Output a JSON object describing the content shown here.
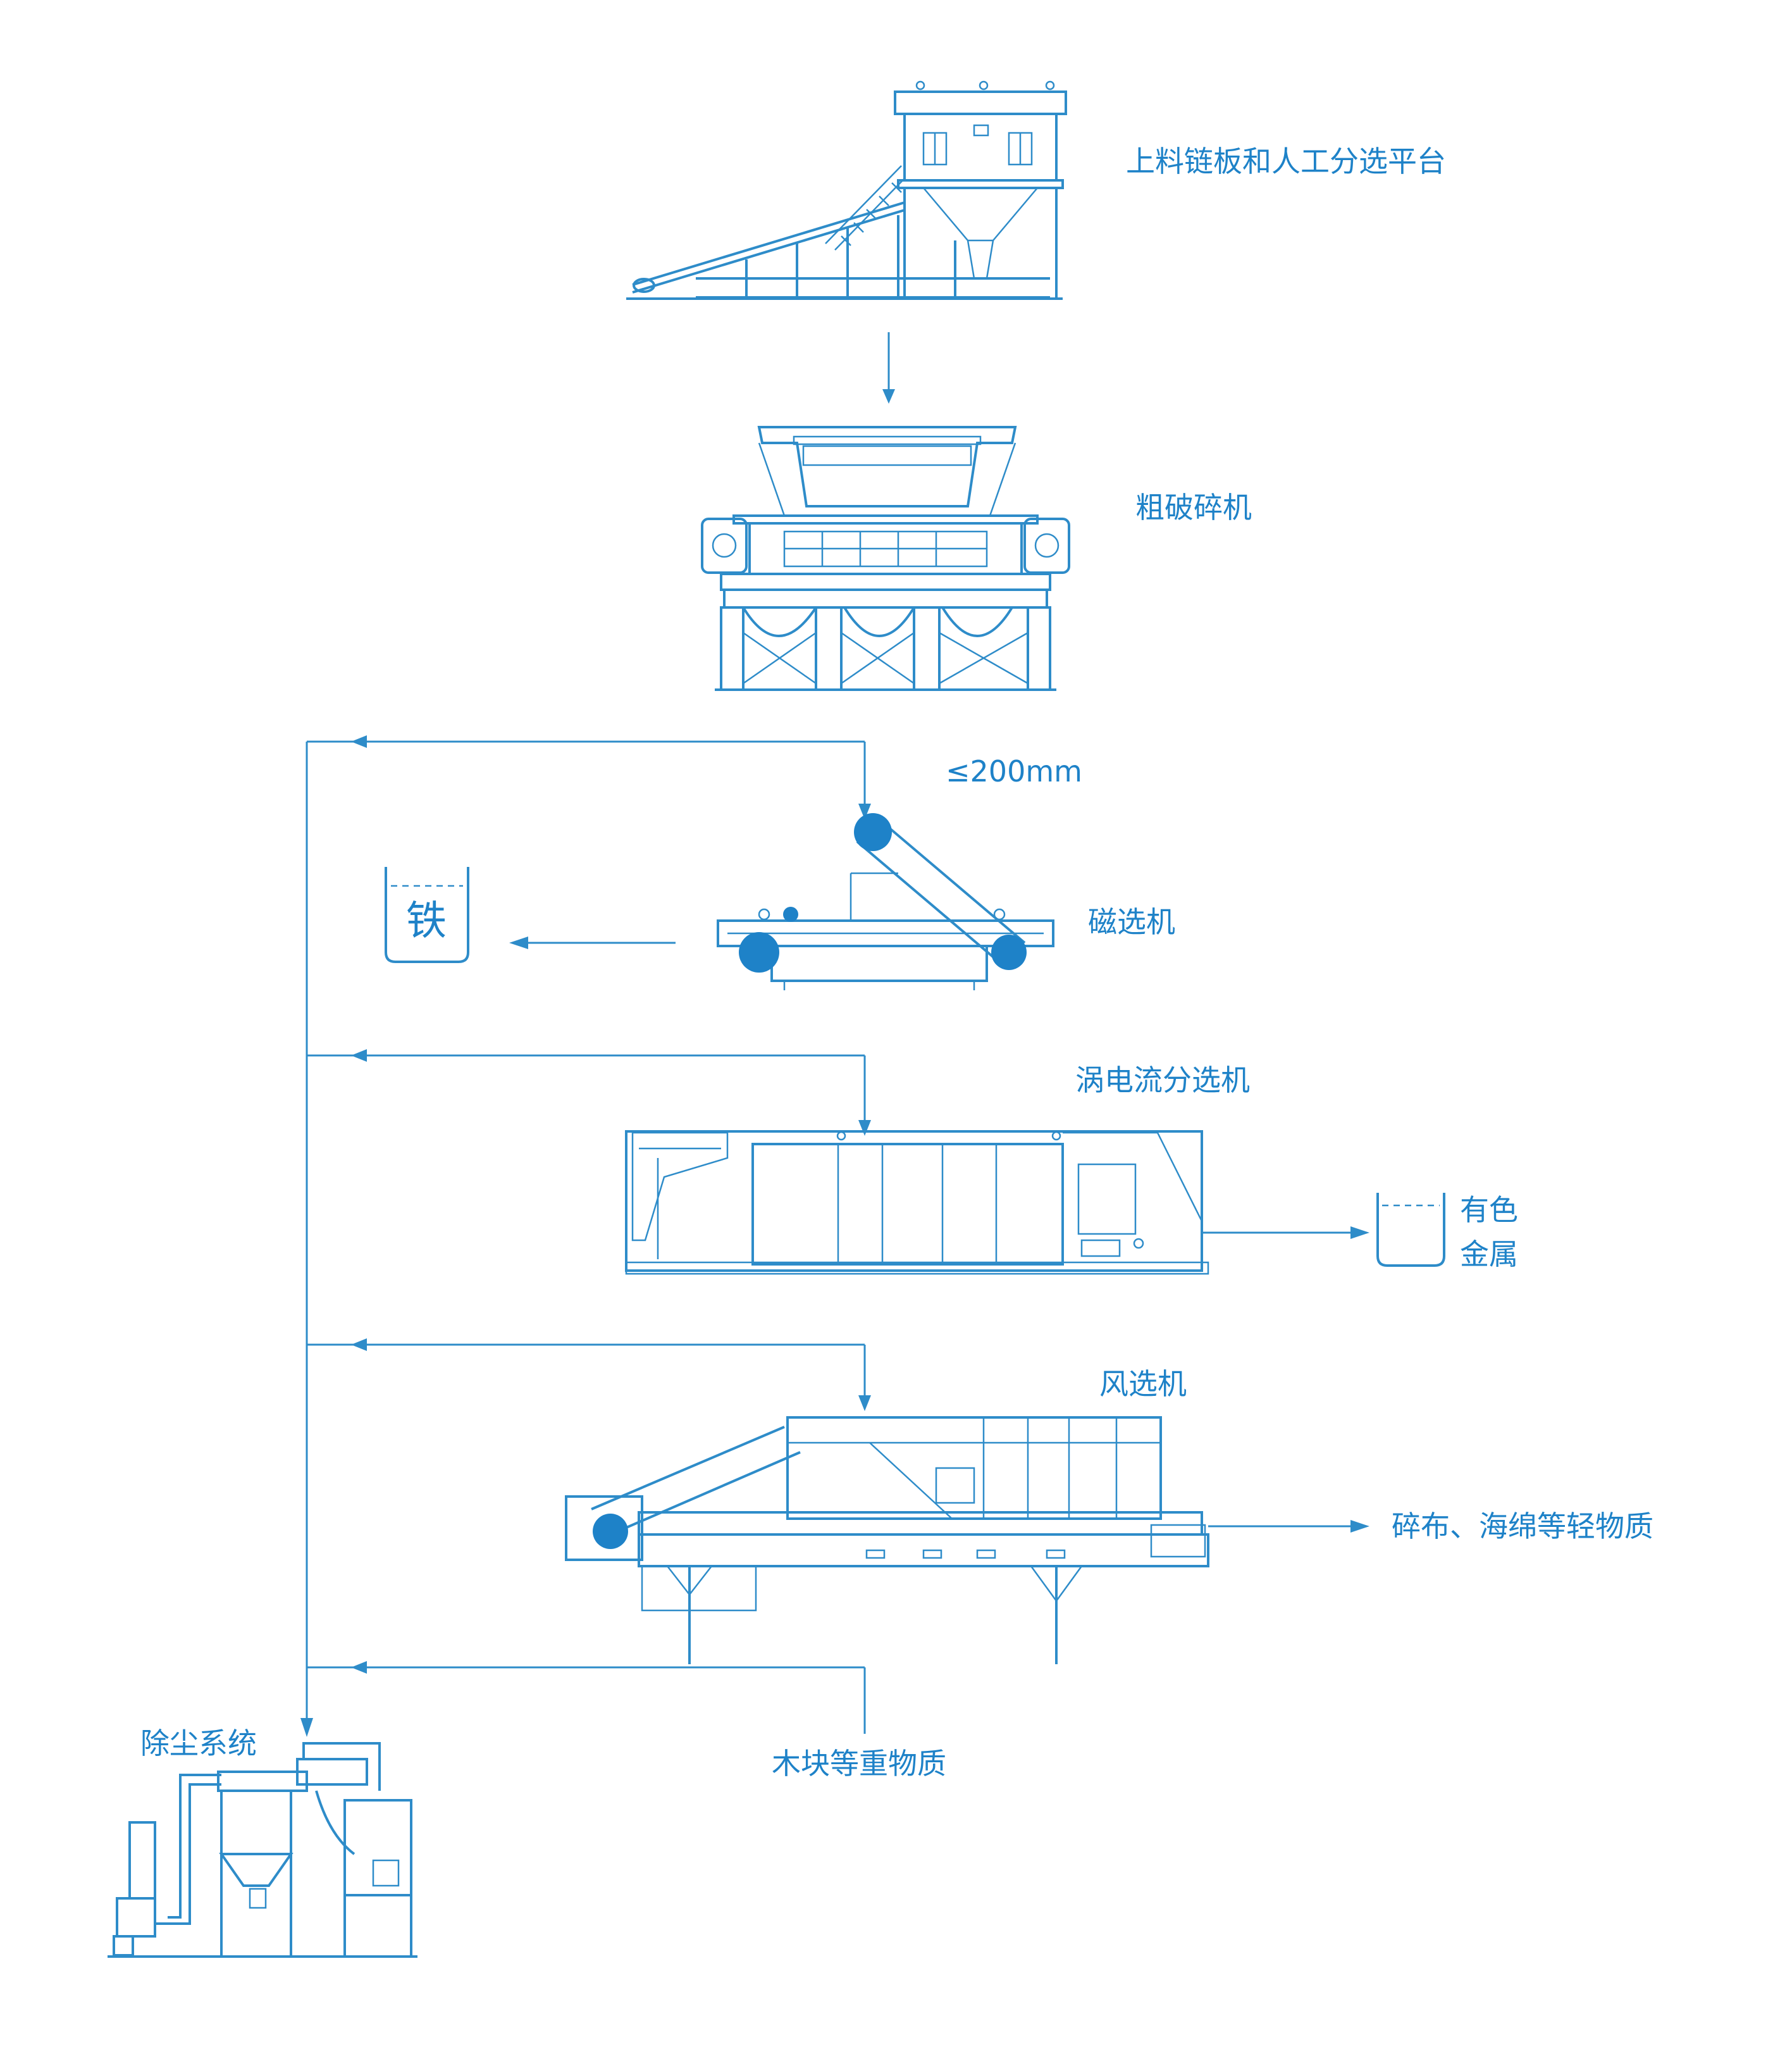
{
  "colors": {
    "primary": "#2e8cc9",
    "text": "#1e82c8",
    "background": "#ffffff"
  },
  "labels": {
    "feeding_platform": "上料链板和人工分选平台",
    "coarse_shredder": "粗破碎机",
    "size_limit": "≤200mm",
    "magnetic_separator": "磁选机",
    "iron": "铁",
    "eddy_current_separator": "涡电流分选机",
    "nonferrous_metal_line1": "有色",
    "nonferrous_metal_line2": "金属",
    "air_separator": "风选机",
    "light_materials": "碎布、海绵等轻物质",
    "heavy_materials": "木块等重物质",
    "dust_removal_system": "除尘系统"
  }
}
